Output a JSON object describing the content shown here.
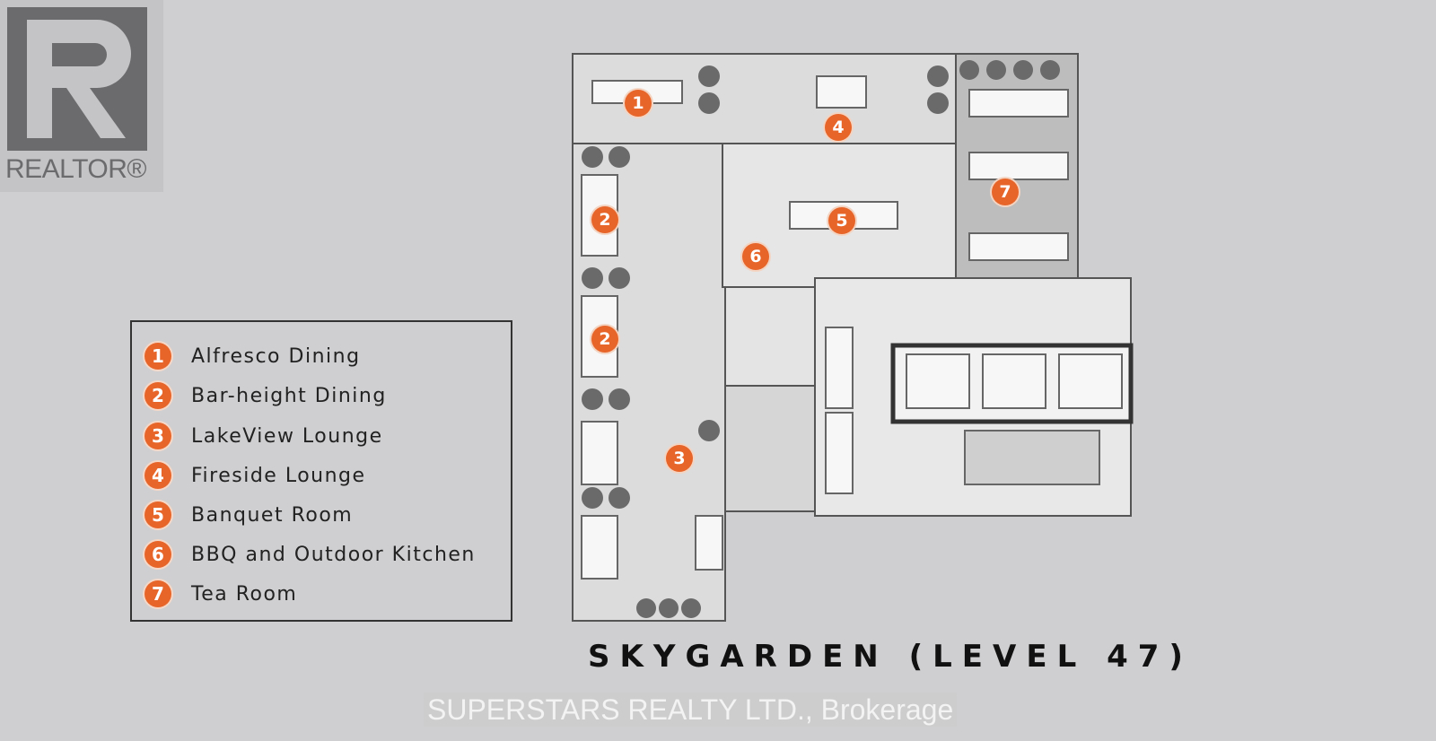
{
  "logo": {
    "brand": "REALTOR®"
  },
  "legend": {
    "items": [
      {
        "num": "1",
        "label": "Alfresco Dining"
      },
      {
        "num": "2",
        "label": "Bar-height Dining"
      },
      {
        "num": "3",
        "label": "LakeView Lounge"
      },
      {
        "num": "4",
        "label": "Fireside Lounge"
      },
      {
        "num": "5",
        "label": "Banquet Room"
      },
      {
        "num": "6",
        "label": "BBQ and Outdoor Kitchen"
      },
      {
        "num": "7",
        "label": "Tea Room"
      }
    ]
  },
  "markers": [
    "1",
    "2",
    "2",
    "3",
    "4",
    "5",
    "6",
    "7"
  ],
  "title": "SKYGARDEN (LEVEL 47)",
  "watermark": "SUPERSTARS REALTY LTD., Brokerage",
  "colors": {
    "accent": "#e8652a",
    "background": "#cfcfd1"
  }
}
